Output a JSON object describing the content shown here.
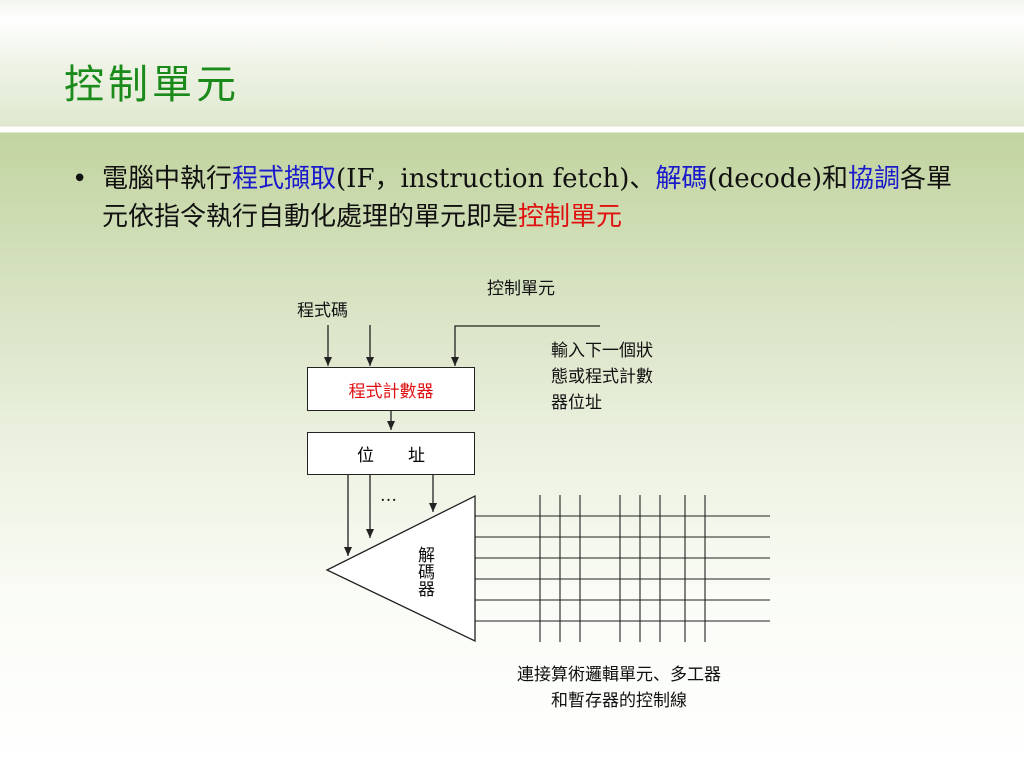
{
  "slide": {
    "title": "控制單元",
    "bullet": {
      "marker": "•",
      "segments": [
        {
          "text": "電腦中執行",
          "style": "normal"
        },
        {
          "text": "程式擷取",
          "style": "blue"
        },
        {
          "text": "(IF，instruction fetch)、",
          "style": "normal"
        },
        {
          "text": "解碼",
          "style": "blue"
        },
        {
          "text": "(decode)和",
          "style": "normal"
        },
        {
          "text": "協調",
          "style": "blue"
        },
        {
          "text": "各單元依指令執行自動化處理的單元即是",
          "style": "normal"
        },
        {
          "text": "控制單元",
          "style": "red"
        }
      ]
    }
  },
  "diagram": {
    "control_unit_label": "控制單元",
    "opcode_label": "程式碼",
    "next_state_label_lines": [
      "輸入下一個狀",
      "態或程式計數",
      "器位址"
    ],
    "program_counter_label": "程式計數器",
    "address_label": "位　　址",
    "ellipsis": "…",
    "decoder_label": "解碼器",
    "output_label_lines": [
      "連接算術邏輯單元、多工器",
      "和暫存器的控制線"
    ],
    "colors": {
      "title": "#1a8a1a",
      "blue": "#1a1acc",
      "red": "#e01010",
      "line": "#222222"
    }
  }
}
